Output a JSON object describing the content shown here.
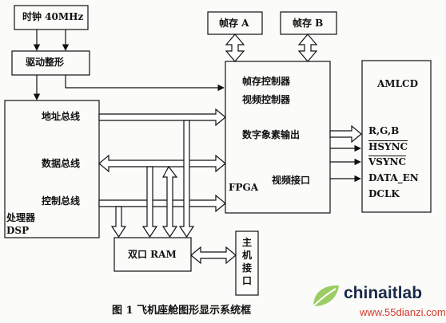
{
  "blocks": {
    "clock": "时钟 40MHz",
    "driver": "驱动整形",
    "frame_a": "帧存 A",
    "frame_b": "帧存 B",
    "fpga_line1": "帧存控制器",
    "fpga_line2": "视频控制器",
    "fpga_pixel_out": "数字象素输出",
    "fpga_label": "FPGA",
    "fpga_video_if": "视频接口",
    "dsp_address_bus": "地址总线",
    "dsp_data_bus": "数据总线",
    "dsp_control_bus": "控制总线",
    "dsp_label_1": "处理器",
    "dsp_label_2": "DSP",
    "dual_ram": "双口 RAM",
    "host_interface": "主机接口",
    "amlcd_title": "AMLCD",
    "amlcd_rgb": "R,G,B",
    "amlcd_hsync": "HSYNC",
    "amlcd_vsync": "VSYNC",
    "amlcd_data_en": "DATA_EN",
    "amlcd_dclk": "DCLK"
  },
  "caption": "图 1  飞机座舱图形显示系统框",
  "watermark": {
    "brand": "chinaitlab",
    "url": "www.55dianzi.com",
    "brand_color": "#1a2a4a",
    "accent_color": "#7ab82e",
    "url_color": "#d23a2a"
  }
}
